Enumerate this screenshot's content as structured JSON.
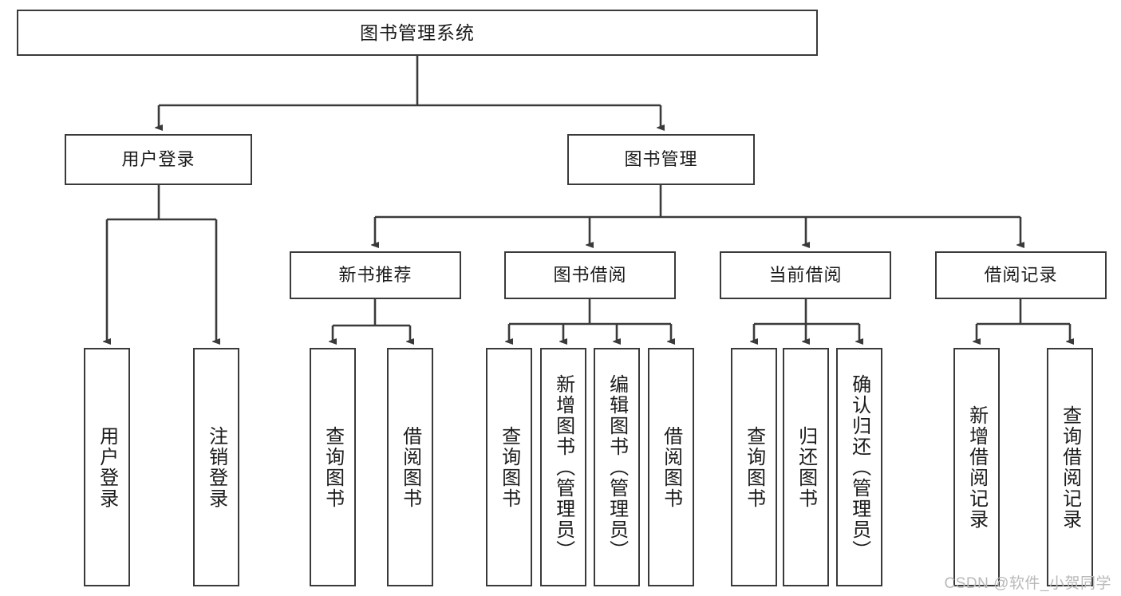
{
  "diagram": {
    "type": "tree",
    "title": "图书管理系统",
    "watermark": "CSDN @软件_小贺同学",
    "colors": {
      "box_border": "#3a3a3a",
      "box_fill": "#ffffff",
      "edge": "#3a3a3a",
      "text": "#1b1b1b",
      "watermark": "#b9b9b9"
    },
    "nodes": {
      "root": {
        "label": "图书管理系统",
        "level": 1,
        "orientation": "horizontal"
      },
      "l2": [
        {
          "id": "user-login",
          "label": "用户登录",
          "orientation": "horizontal"
        },
        {
          "id": "book-manage",
          "label": "图书管理",
          "orientation": "horizontal"
        }
      ],
      "l3": [
        {
          "id": "new-book-recommend",
          "label": "新书推荐",
          "orientation": "horizontal",
          "parent": "book-manage"
        },
        {
          "id": "book-borrow",
          "label": "图书借阅",
          "orientation": "horizontal",
          "parent": "book-manage"
        },
        {
          "id": "current-borrow",
          "label": "当前借阅",
          "orientation": "horizontal",
          "parent": "book-manage"
        },
        {
          "id": "borrow-record",
          "label": "借阅记录",
          "orientation": "horizontal",
          "parent": "book-manage"
        }
      ],
      "leaves": [
        {
          "id": "leaf-user-login",
          "label": "用户登录",
          "orientation": "vertical",
          "parent": "user-login"
        },
        {
          "id": "leaf-user-logout",
          "label": "注销登录",
          "orientation": "vertical",
          "parent": "user-login"
        },
        {
          "id": "leaf-query-book-1",
          "label": "查询图书",
          "orientation": "vertical",
          "parent": "new-book-recommend"
        },
        {
          "id": "leaf-borrow-book-1",
          "label": "借阅图书",
          "orientation": "vertical",
          "parent": "new-book-recommend"
        },
        {
          "id": "leaf-query-book-2",
          "label": "查询图书",
          "orientation": "vertical",
          "parent": "book-borrow"
        },
        {
          "id": "leaf-add-book",
          "label": "新增图书（管理员）",
          "orientation": "vertical",
          "parent": "book-borrow"
        },
        {
          "id": "leaf-edit-book",
          "label": "编辑图书（管理员）",
          "orientation": "vertical",
          "parent": "book-borrow"
        },
        {
          "id": "leaf-borrow-book-2",
          "label": "借阅图书",
          "orientation": "vertical",
          "parent": "book-borrow"
        },
        {
          "id": "leaf-query-book-3",
          "label": "查询图书",
          "orientation": "vertical",
          "parent": "current-borrow"
        },
        {
          "id": "leaf-return-book",
          "label": "归还图书",
          "orientation": "vertical",
          "parent": "current-borrow"
        },
        {
          "id": "leaf-confirm-return",
          "label": "确认归还（管理员）",
          "orientation": "vertical",
          "parent": "current-borrow"
        },
        {
          "id": "leaf-add-record",
          "label": "新增借阅记录",
          "orientation": "vertical",
          "parent": "borrow-record"
        },
        {
          "id": "leaf-query-record",
          "label": "查询借阅记录",
          "orientation": "vertical",
          "parent": "borrow-record"
        }
      ]
    }
  }
}
